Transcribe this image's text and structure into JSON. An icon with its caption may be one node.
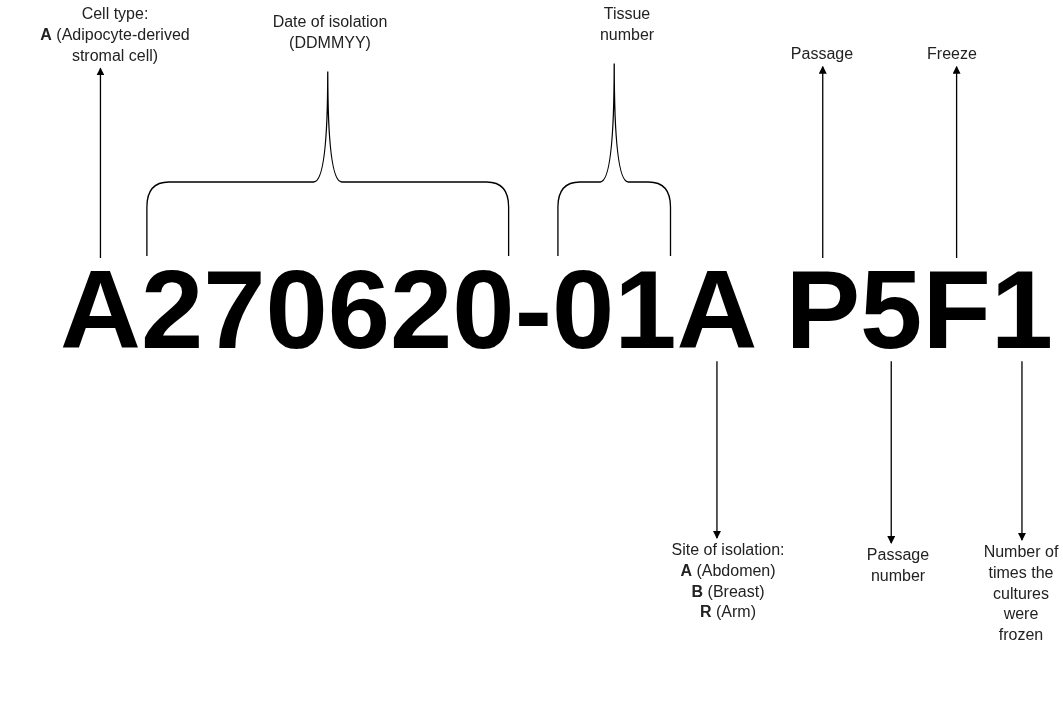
{
  "diagram": {
    "nodes": [
      {
        "text": [
          "A"
        ]
      },
      {
        "text": [
          "270620"
        ]
      },
      {
        "text": [
          "01"
        ]
      },
      {
        "text": [
          "A"
        ]
      },
      {
        "text": [
          "P"
        ]
      },
      {
        "text": [
          "5"
        ]
      },
      {
        "text": [
          "F"
        ]
      },
      {
        "text": [
          "1"
        ]
      },
      {
        "text": [
          "Cell type:",
          "**A** (Adipocyte-derived stromal cell)"
        ]
      },
      {
        "text": [
          "Passage"
        ]
      },
      {
        "text": [
          "Freeze"
        ]
      },
      {
        "text": [
          "Site of isolation:",
          "**A** (Abdomen)",
          "**B** (Breast)",
          "**R** (Arm)"
        ]
      },
      {
        "text": [
          "Passage number"
        ]
      },
      {
        "text": [
          "Number of times the cultures were frozen"
        ]
      }
    ],
    "edges": [
      {
        "from": 0,
        "to": 8,
        "arrow": "to"
      },
      {
        "from": 4,
        "to": 9,
        "arrow": "to"
      },
      {
        "from": 6,
        "to": 10,
        "arrow": "to"
      },
      {
        "from": 3,
        "to": 11,
        "arrow": "to"
      },
      {
        "from": 5,
        "to": 12,
        "arrow": "to"
      },
      {
        "from": 7,
        "to": 13,
        "arrow": "to"
      }
    ],
    "labels": [
      "Date of isolation (DDMMYY)",
      "Tissue number",
      "-"
    ]
  }
}
